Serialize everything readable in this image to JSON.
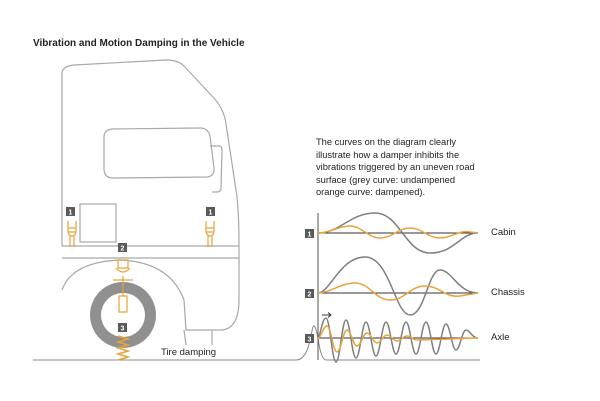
{
  "title": "Vibration and Motion Damping in the Vehicle",
  "description": [
    "The curves on the diagram clearly",
    "illustrate how a damper inhibits the",
    "vibrations triggered by an uneven road",
    "surface (grey curve: undampened",
    "orange curve: dampened)."
  ],
  "labels": {
    "cabin": "Cabin",
    "chassis": "Chassis",
    "axle": "Axle",
    "tire_damping": "Tire damping"
  },
  "badges": [
    "1",
    "2",
    "3"
  ],
  "colors": {
    "undampened": "#808080",
    "dampened": "#e8a33a",
    "badge": "#5a5a5a",
    "outline": "#a8a8a8"
  }
}
